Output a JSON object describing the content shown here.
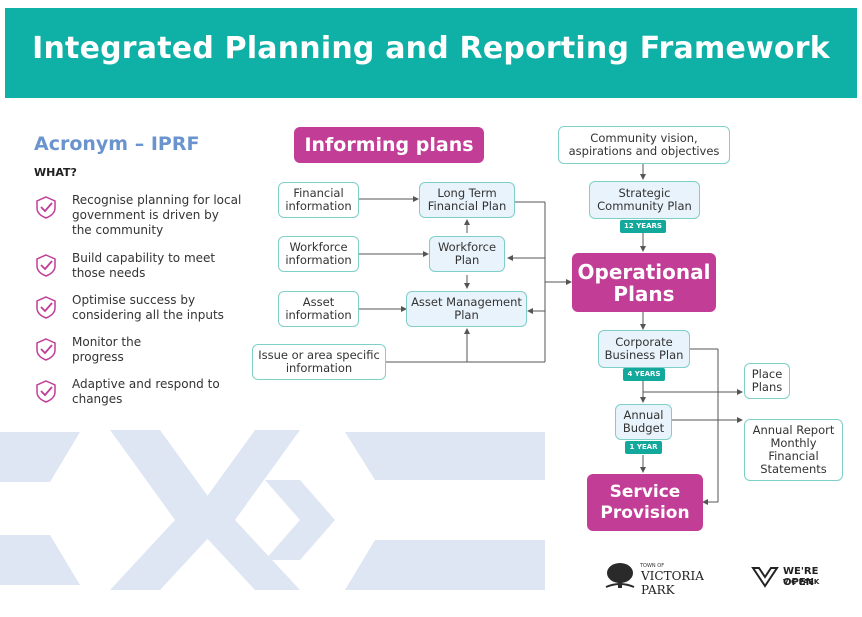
{
  "title": "Integrated Planning and Reporting Framework",
  "acronym": "Acronym – IPRF",
  "what_label": "WHAT?",
  "what_items": [
    "Recognise planning for local government is driven by the community",
    "Build capability to meet those needs",
    "Optimise success by considering all the inputs",
    "Monitor the progress",
    "Adaptive and respond to changes"
  ],
  "informing": {
    "title": "Informing plans",
    "inputs": [
      "Financial information",
      "Workforce information",
      "Asset information",
      "Issue or area specific information"
    ],
    "plans": [
      "Long Term Financial Plan",
      "Workforce Plan",
      "Asset Management Plan"
    ]
  },
  "right": {
    "vision": "Community vision, aspirations and objectives",
    "strategic": "Strategic Community Plan",
    "strategic_tag": "12 YEARS",
    "operational": "Operational Plans",
    "corporate": "Corporate Business Plan",
    "corporate_tag": "4 YEARS",
    "place": "Place Plans",
    "budget": "Annual Budget",
    "budget_tag": "1 YEAR",
    "reports": "Annual Report Monthly Financial Statements",
    "service": "Service Provision"
  },
  "logos": {
    "vp_town": "TOWN OF",
    "vp_name": "VICTORIA PARK",
    "wo_line1": "WE'RE OPEN",
    "wo_line2": "VIC PARK"
  },
  "colors": {
    "teal": "#0fb0a6",
    "magenta": "#c23d96",
    "acronym_blue": "#6b94cf",
    "box_border": "#7fcfc8"
  }
}
